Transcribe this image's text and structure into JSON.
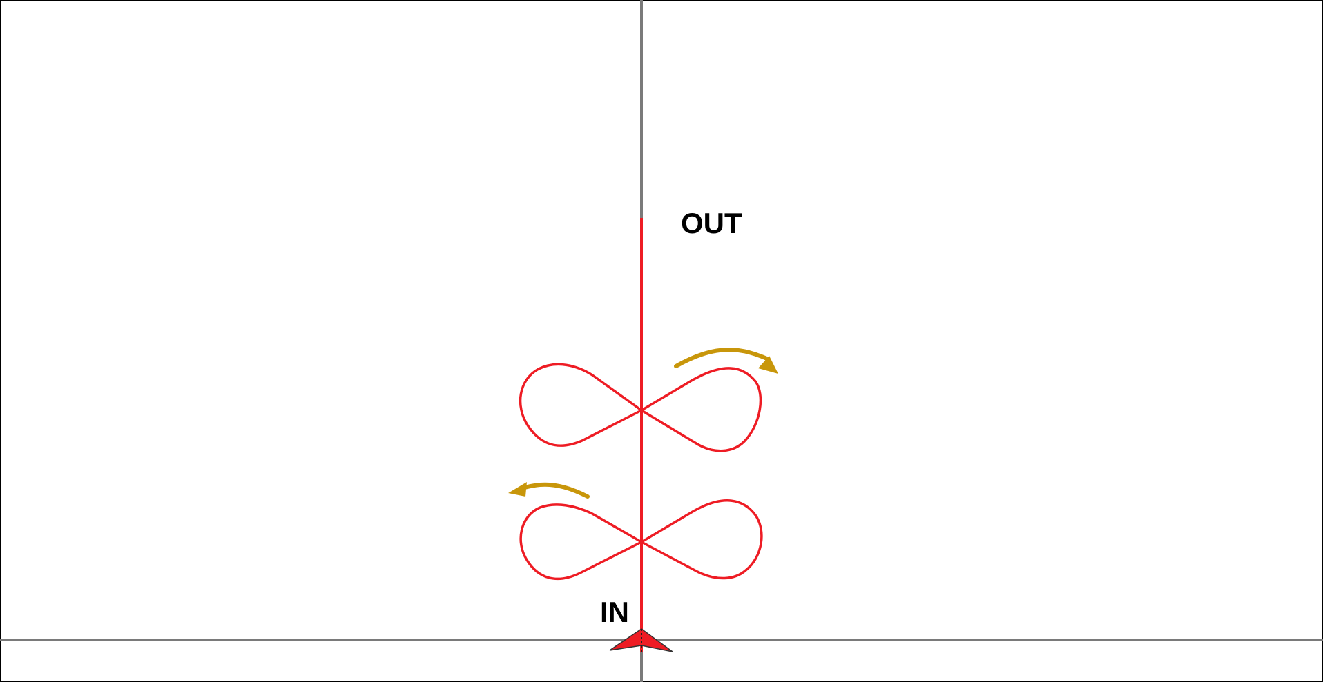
{
  "labels": {
    "out": "OUT",
    "in": "IN"
  },
  "colors": {
    "path": "#ee1c24",
    "axis": "#7a7a7a",
    "arrow": "#c8960a",
    "frame": "#000000",
    "background": "#ffffff"
  },
  "elements": {
    "loops": 2,
    "rotation_arrows": 2,
    "entry_marker": "triangle"
  }
}
